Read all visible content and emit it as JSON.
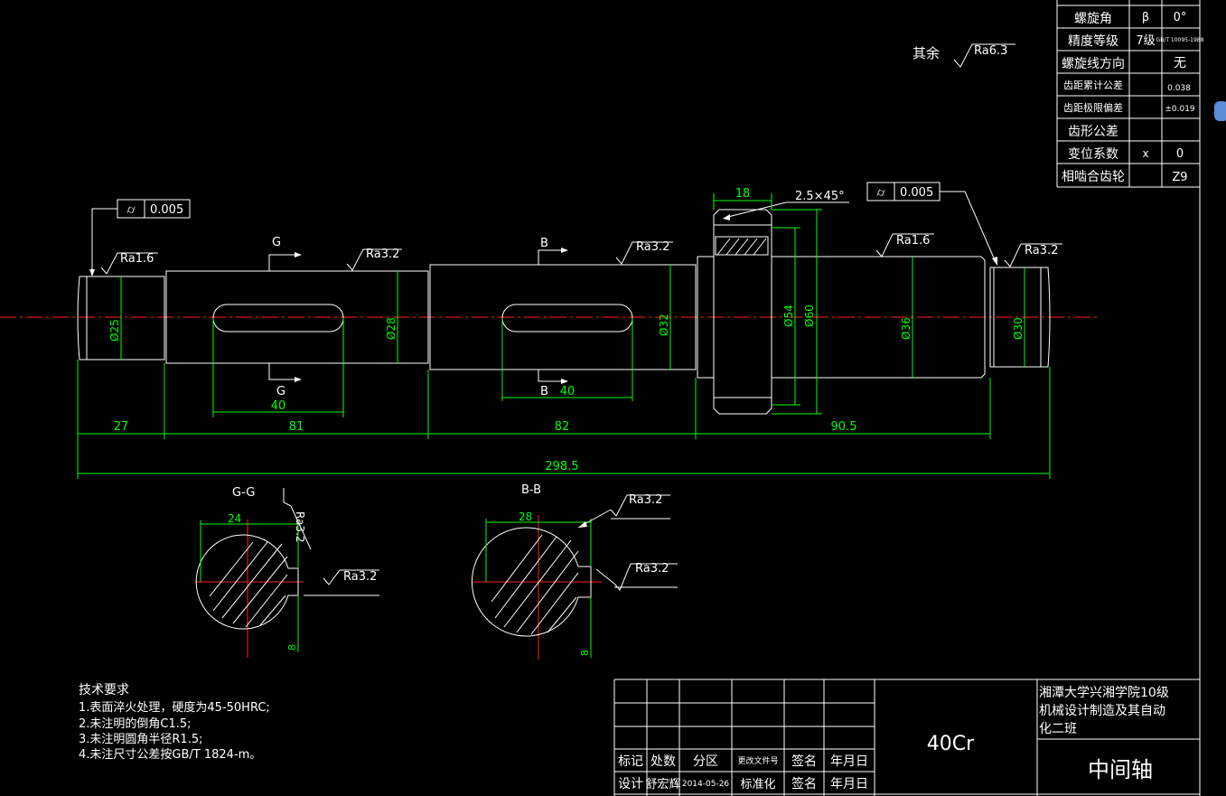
{
  "general_roughness": {
    "label": "其余",
    "value": "Ra6.3"
  },
  "gear_table": [
    {
      "name": "螺旋角",
      "symbol": "β",
      "value": "0°"
    },
    {
      "name": "精度等级",
      "symbol": "7级",
      "value": "GB/T 10095-1988"
    },
    {
      "name": "螺旋线方向",
      "symbol": "",
      "value": "无"
    },
    {
      "name": "齿距累计公差",
      "symbol": "",
      "value": "0.038"
    },
    {
      "name": "齿距极限偏差",
      "symbol": "",
      "value": "±0.019"
    },
    {
      "name": "齿形公差",
      "symbol": "",
      "value": ""
    },
    {
      "name": "变位系数",
      "symbol": "x",
      "value": "0"
    },
    {
      "name": "相啮合齿轮",
      "symbol": "",
      "value": "Z9"
    }
  ],
  "tolerance_left": {
    "symbol": "⌭",
    "value": "0.005"
  },
  "tolerance_right": {
    "symbol": "⌭",
    "value": "0.005"
  },
  "roughness": {
    "r1": "Ra1.6",
    "r2": "Ra3.2",
    "r3": "Ra3.2",
    "r4": "Ra1.6",
    "r5": "Ra3.2",
    "gg1": "Ra3.2",
    "gg2": "Ra3.2",
    "bb1": "Ra3.2",
    "bb2": "Ra3.2"
  },
  "section_marks": {
    "g": "G",
    "b": "B"
  },
  "chamfer": "2.5×45°",
  "diameters": {
    "d25": "Ø25",
    "d28": "Ø28",
    "d32": "Ø32",
    "d54": "Ø54",
    "d60": "Ø60",
    "d36": "Ø36",
    "d30": "Ø30"
  },
  "dimensions": {
    "gear_width": "18",
    "key1": "40",
    "key2": "40",
    "seg1": "27",
    "seg2": "81",
    "seg3": "82",
    "seg4": "90.5",
    "total": "298.5"
  },
  "sections": {
    "gg_title": "G-G",
    "bb_title": "B-B",
    "gg_width": "24",
    "bb_width": "28",
    "gg_depth": "8",
    "bb_depth": "8"
  },
  "tech_requirements": {
    "title": "技术要求",
    "items": [
      "1.表面淬火处理，硬度为45-50HRC;",
      "2.未注明的倒角C1.5;",
      "3.未注明圆角半径R1.5;",
      "4.未注尺寸公差按GB/T 1824-m。"
    ]
  },
  "title_block": {
    "school": [
      "湘潭大学兴湘学院10级",
      "机械设计制造及其自动",
      "化二班"
    ],
    "material": "40Cr",
    "part_name": "中间轴",
    "row1": [
      "标记",
      "处数",
      "分区",
      "更改文件号",
      "签名",
      "年月日"
    ],
    "row2": [
      "设计",
      "舒宏辉",
      "2014-05-26",
      "标准化",
      "签名",
      "年月日"
    ]
  }
}
